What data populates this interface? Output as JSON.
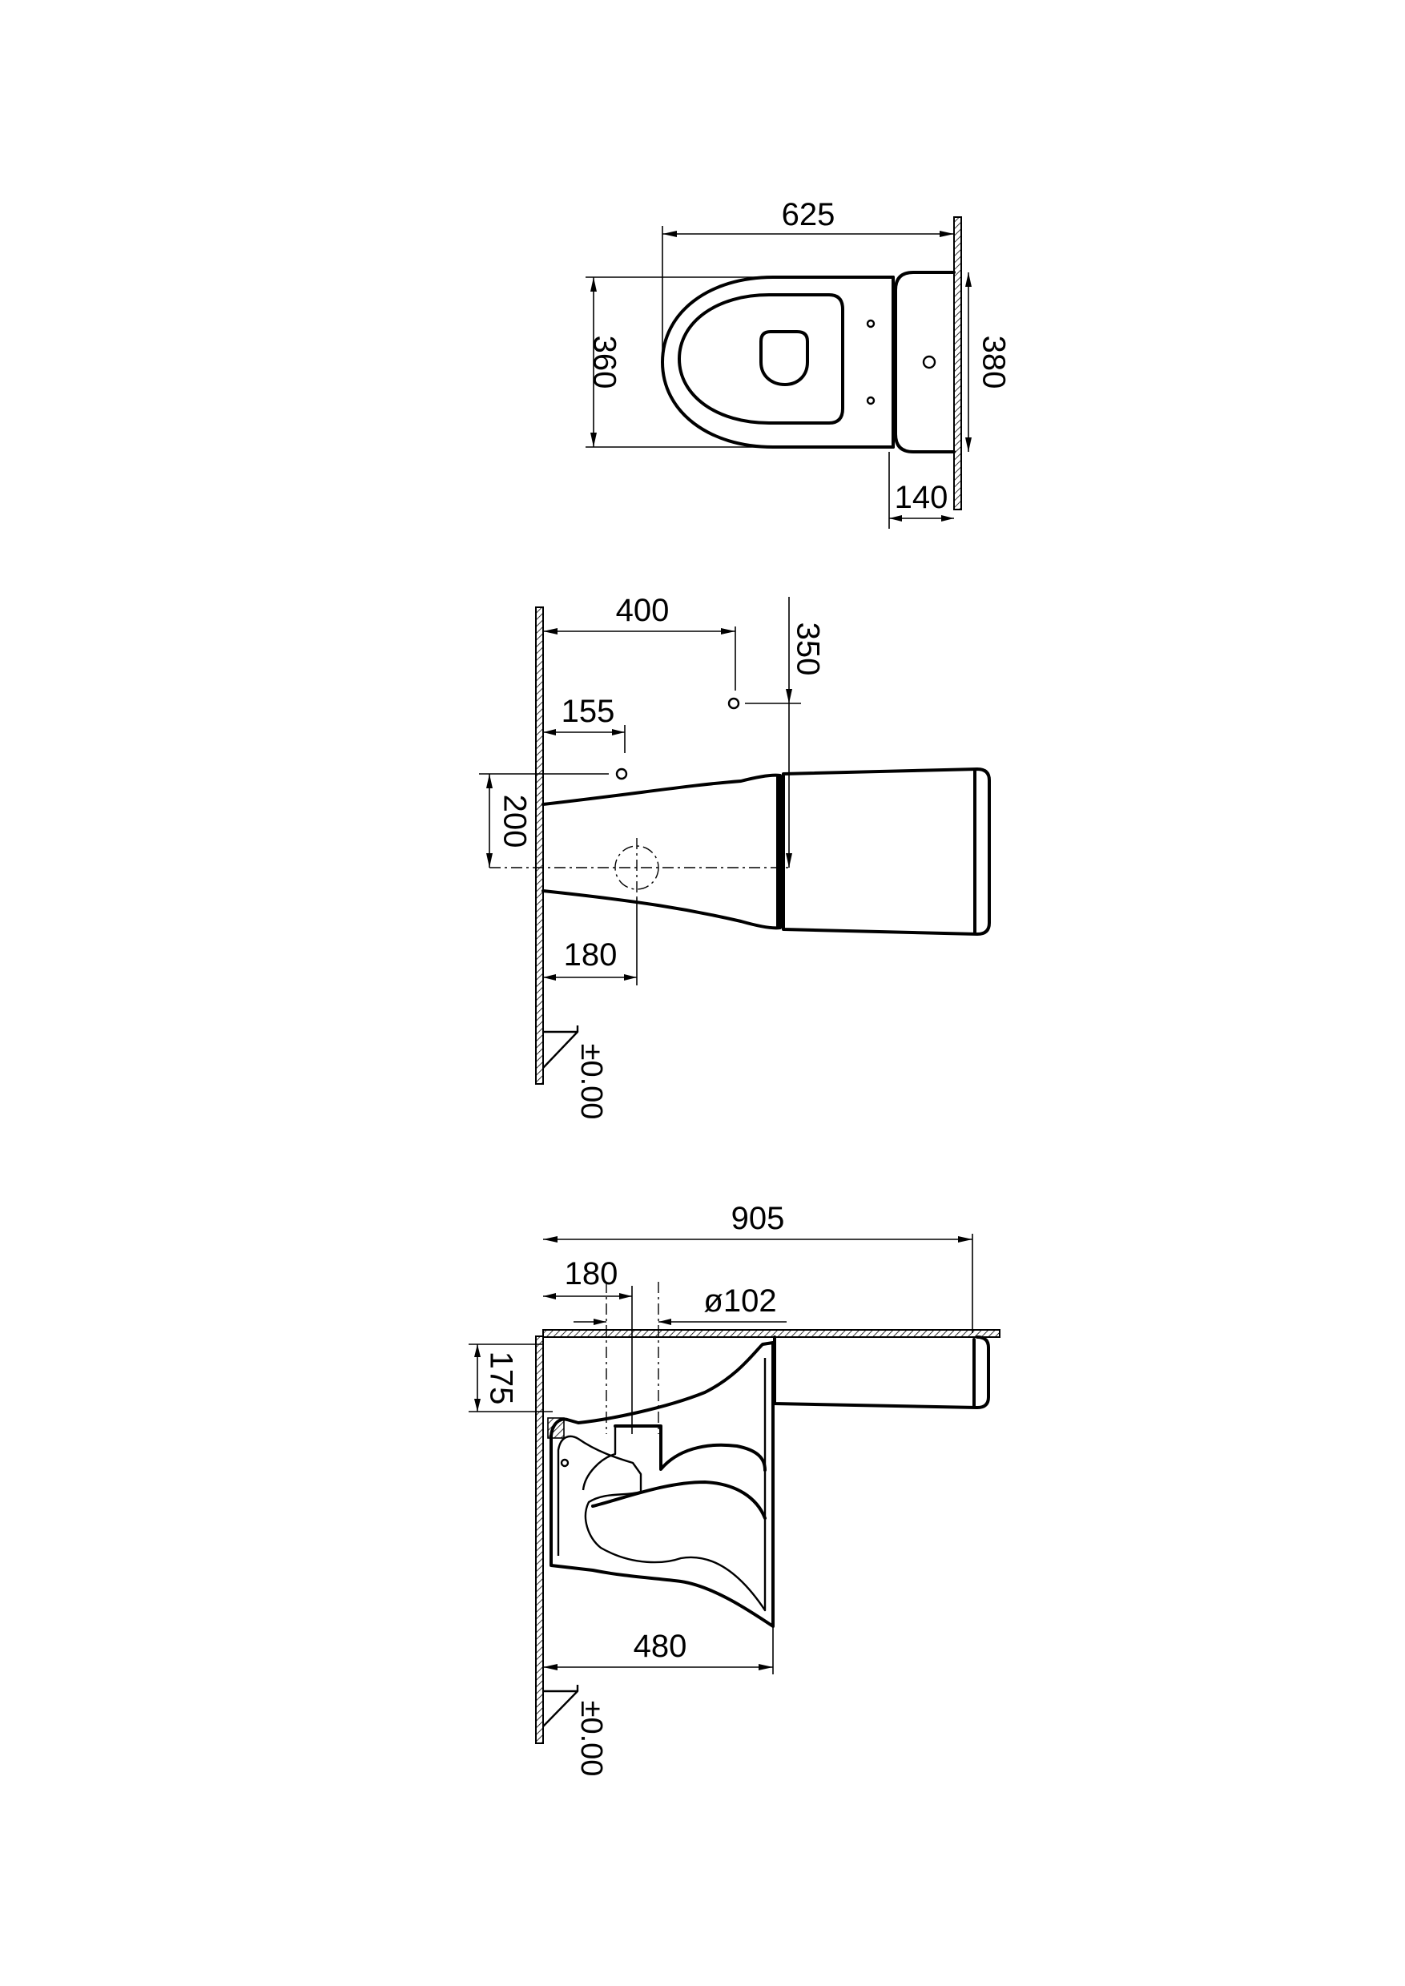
{
  "top_view": {
    "dim_length": "625",
    "dim_bowl_width": "360",
    "dim_tank_width": "380",
    "dim_tank_depth": "140"
  },
  "side_view": {
    "dim_tap_distance": "400",
    "dim_tap_height": "350",
    "dim_fix_distance": "155",
    "dim_outlet_height": "200",
    "dim_outlet_distance": "180",
    "floor_level": "±0.00"
  },
  "section_view": {
    "dim_total_length": "905",
    "dim_outlet_distance": "180",
    "dim_pipe_diameter": "ø102",
    "dim_pipe_height": "175",
    "dim_base_length": "480",
    "floor_level": "±0.00"
  }
}
